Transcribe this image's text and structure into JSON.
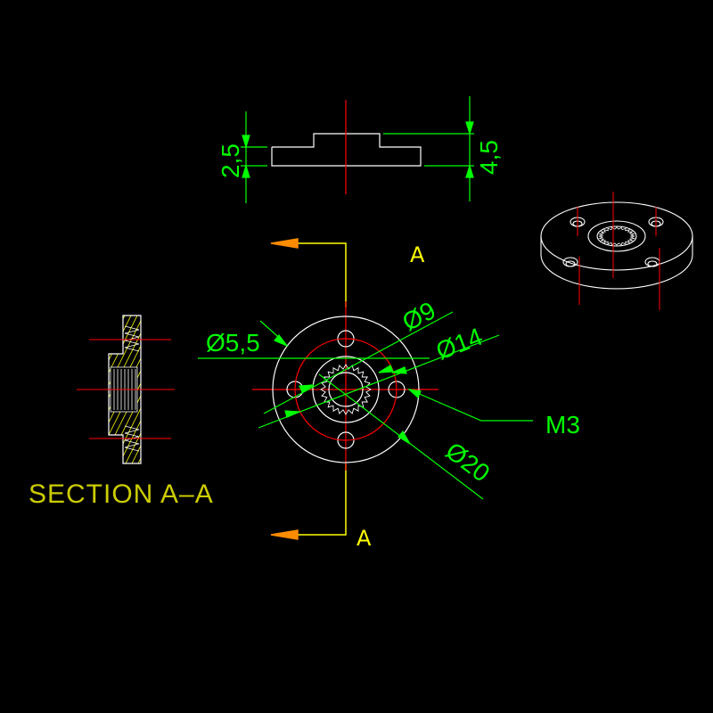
{
  "drawing": {
    "top_view": {
      "dim_left": "2,5",
      "dim_right": "4,5"
    },
    "front_view": {
      "dia_hole": "Ø5,5",
      "dia_inner": "Ø9",
      "dia_mid": "Ø14",
      "dia_outer": "Ø20",
      "thread": "M3",
      "section_mark_top": "A",
      "section_mark_bottom": "A"
    },
    "section_view": {
      "caption": "SECTION A–A"
    },
    "colors": {
      "background": "#000000",
      "outline": "#ffffff",
      "centerline": "#ff0000",
      "dimension": "#00ff00",
      "section_line": "#ffff00",
      "arrow": "#ff8c00",
      "hatch": "#ffff00"
    }
  }
}
